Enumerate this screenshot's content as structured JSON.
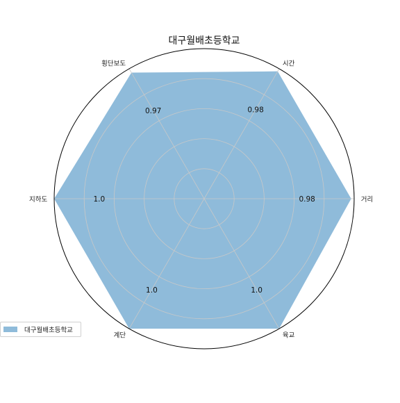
{
  "chart_data": {
    "type": "radar",
    "title": "대구월배초등학교",
    "categories": [
      "거리",
      "시간",
      "횡단보도",
      "지하도",
      "계단",
      "육교"
    ],
    "series": [
      {
        "name": "대구월배초등학교",
        "values": [
          0.98,
          0.98,
          0.97,
          1.0,
          1.0,
          1.0
        ]
      }
    ],
    "value_labels": [
      "0.98",
      "0.98",
      "0.97",
      "1.0",
      "1.0",
      "1.0"
    ],
    "rlim": [
      0,
      1.0
    ],
    "grid": true,
    "legend_position": "lower-left",
    "colors": {
      "fill": "#8fbbda",
      "grid": "#c8c8c8",
      "frame": "#000000"
    }
  },
  "legend": {
    "label": "대구월배초등학교"
  }
}
